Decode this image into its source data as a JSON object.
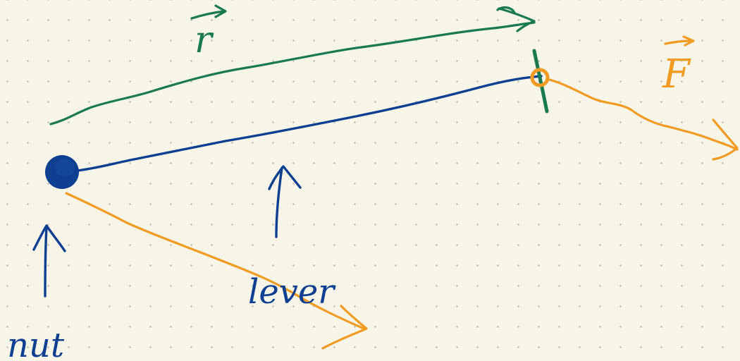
{
  "labels": {
    "r_vector": "r",
    "f_vector": "F",
    "lever": "lever",
    "nut": "nut"
  },
  "colors": {
    "background": "#f7f4e8",
    "grid_dot": "#bdb9aa",
    "green": "#1a7a4f",
    "blue": "#0e3f91",
    "orange": "#f29b22"
  }
}
